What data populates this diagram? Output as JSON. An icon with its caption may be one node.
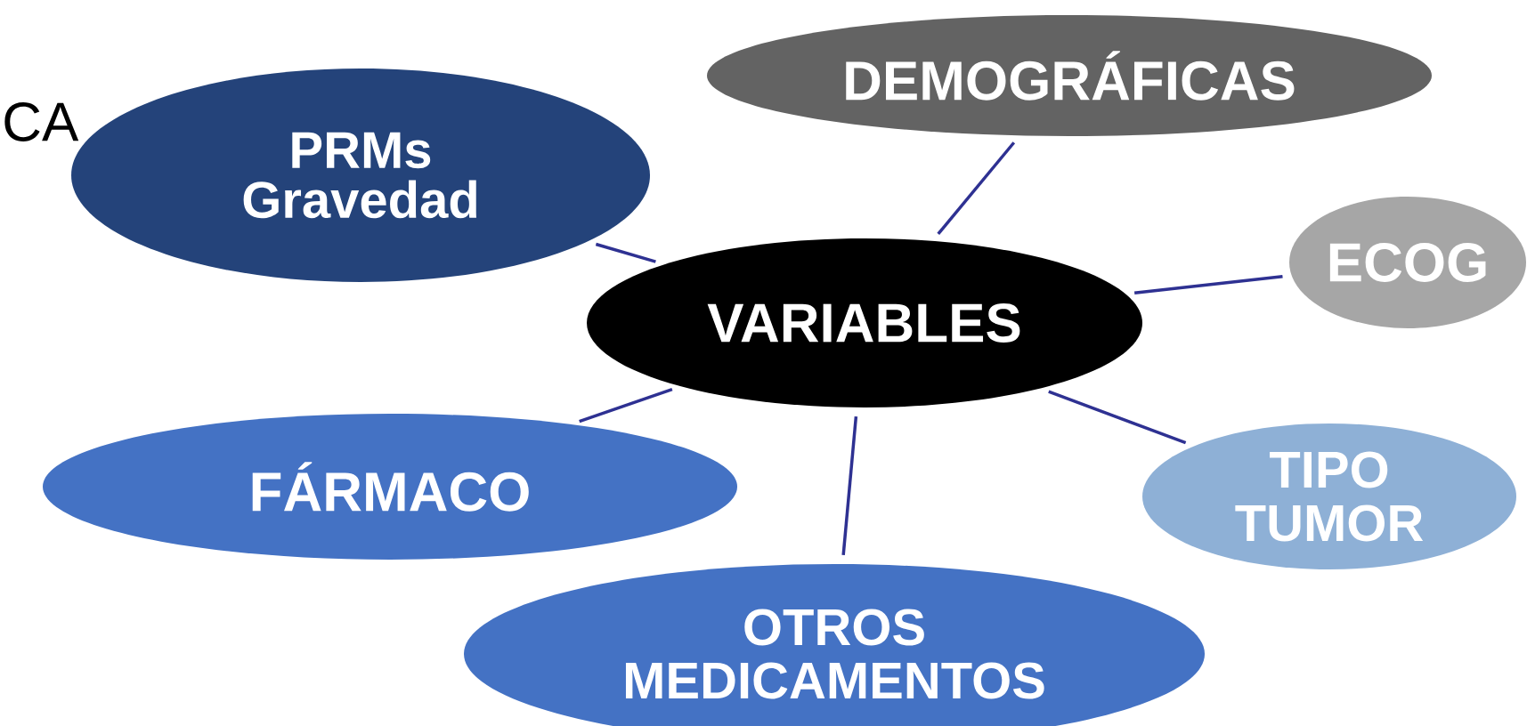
{
  "diagram": {
    "nodes": [
      {
        "text": [
          "PRMs",
          "Gravedad"
        ]
      },
      {
        "text": [
          "DEMOGRÁFICAS"
        ]
      },
      {
        "text": [
          "VARIABLES"
        ]
      },
      {
        "text": [
          "ECOG"
        ]
      },
      {
        "text": [
          "FÁRMACO"
        ]
      },
      {
        "text": [
          "TIPO TUMOR"
        ]
      },
      {
        "text": [
          "OTROS MEDICAMENTOS"
        ]
      }
    ],
    "edges": [
      {
        "from": 2,
        "to": 0,
        "arrow": "none"
      },
      {
        "from": 2,
        "to": 1,
        "arrow": "none"
      },
      {
        "from": 2,
        "to": 3,
        "arrow": "none"
      },
      {
        "from": 2,
        "to": 4,
        "arrow": "none"
      },
      {
        "from": 2,
        "to": 5,
        "arrow": "none"
      },
      {
        "from": 2,
        "to": 6,
        "arrow": "none"
      }
    ],
    "labels": [
      "CA"
    ]
  }
}
